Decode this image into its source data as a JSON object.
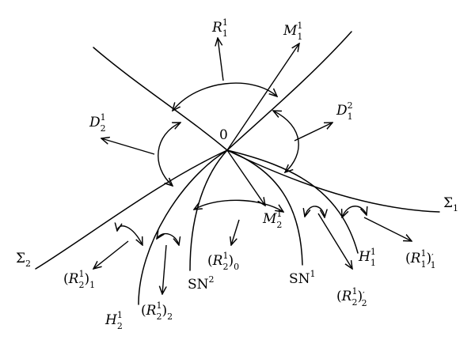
{
  "origin_label": "0",
  "regions": {
    "R11": {
      "base": "R",
      "sup": "1",
      "sub": "1"
    },
    "M11": {
      "base": "M",
      "sup": "1",
      "sub": "1"
    },
    "D21": {
      "base": "D",
      "sup": "1",
      "sub": "2"
    },
    "D12": {
      "base": "D",
      "sup": "2",
      "sub": "1"
    },
    "M21": {
      "base": "M",
      "sup": "1",
      "sub": "2"
    },
    "R21_0": {
      "base": "R",
      "sup": "1",
      "sub": "2",
      "outer_sub": "0"
    },
    "R21_1": {
      "base": "R",
      "sup": "1",
      "sub": "2",
      "outer_sub": "1"
    },
    "R21_2": {
      "base": "R",
      "sup": "1",
      "sub": "2",
      "outer_sub": "2"
    },
    "R21_2p": {
      "base": "R",
      "sup": "1",
      "sub": "2",
      "prime": "′",
      "outer_sub": "2"
    },
    "R11_1p": {
      "base": "R",
      "sup": "1",
      "sub": "1",
      "prime": "′",
      "outer_sub": "1"
    }
  },
  "curves": {
    "Sigma1": {
      "base": "Σ",
      "sub": "1"
    },
    "Sigma2": {
      "base": "Σ",
      "sub": "2"
    },
    "H11": {
      "base": "H",
      "sup": "1",
      "sub": "1"
    },
    "H21": {
      "base": "H",
      "sup": "1",
      "sub": "2"
    },
    "SN1": {
      "base": "SN",
      "sup": "1"
    },
    "SN2": {
      "base": "SN",
      "sup": "2"
    }
  }
}
